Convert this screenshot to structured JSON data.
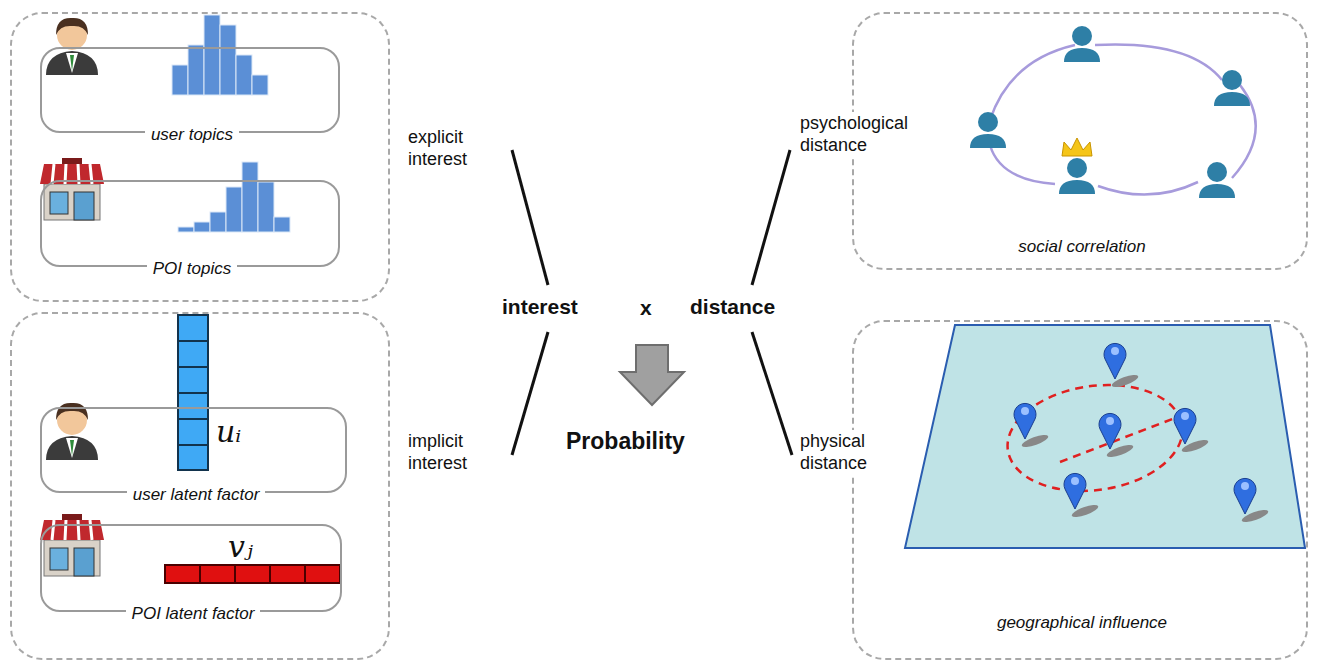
{
  "diagram": {
    "nodes": [
      {
        "text": []
      },
      {
        "text": [
          "user topics"
        ],
        "in": 0
      },
      {
        "text": [
          "POI topics"
        ],
        "in": 0
      },
      {
        "text": []
      },
      {
        "text": [
          "uᵢ",
          "user latent factor"
        ],
        "in": 3
      },
      {
        "text": [
          "vⱼ",
          "POI latent factor"
        ],
        "in": 3
      },
      {
        "text": [
          "social correlation"
        ]
      },
      {
        "text": [
          "geographical influence"
        ]
      }
    ],
    "labels": [
      "explicit interest",
      "implicit interest",
      "interest",
      "x",
      "distance",
      "Probability",
      "psychological distance",
      "physical distance"
    ]
  }
}
